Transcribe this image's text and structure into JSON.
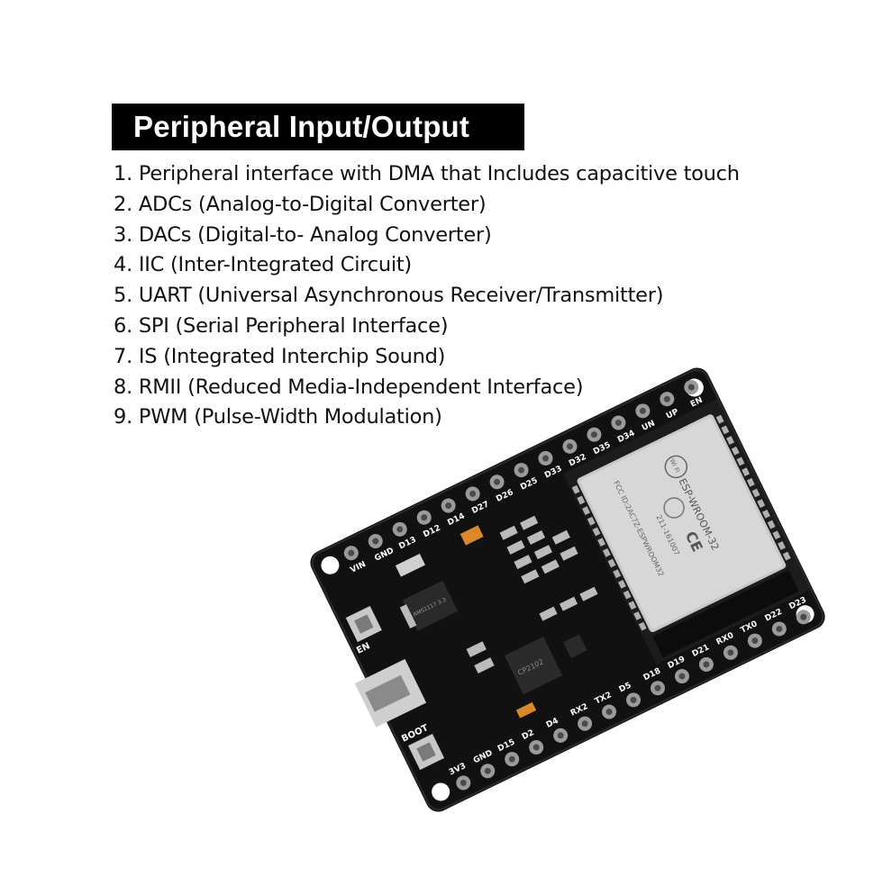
{
  "title": "Peripheral Input/Output",
  "features": [
    "1. Peripheral interface with DMA that Includes capacitive touch",
    "2. ADCs (Analog-to-Digital Converter)",
    "3. DACs (Digital-to- Analog Converter)",
    "4. IIC (Inter-Integrated Circuit)",
    "5. UART (Universal Asynchronous Receiver/Transmitter)",
    "6. SPI (Serial Peripheral Interface)",
    "7. IS (Integrated Interchip Sound)",
    "8. RMII (Reduced Media-Independent Interface)",
    "9. PWM (Pulse-Width Modulation)"
  ],
  "board": {
    "module_name": "ESP-WROOM-32",
    "module_fcc": "FCC ID:2AC7Z-ESPWROOM32",
    "module_cert": "211-161007",
    "ce_mark": "CE",
    "wifi_logo": "Wi Fi",
    "top_pins": [
      "EN",
      "UP",
      "UN",
      "D34",
      "D35",
      "D32",
      "D33",
      "D25",
      "D26",
      "D27",
      "D14",
      "D12",
      "D13",
      "GND",
      "VIN"
    ],
    "bottom_pins": [
      "D23",
      "D22",
      "TX0",
      "RX0",
      "D21",
      "D19",
      "D18",
      "D5",
      "TX2",
      "RX2",
      "D4",
      "D2",
      "D15",
      "GND",
      "3V3"
    ],
    "en_label": "EN",
    "boot_label": "BOOT",
    "regulator_text": "AMS1117 3.3",
    "chip_text": "CP2102",
    "colors": {
      "pcb": "#111111",
      "module_shield": "#c8c8c8",
      "pin_pad": "#9a9a9a",
      "silkscreen": "#ffffff"
    }
  }
}
